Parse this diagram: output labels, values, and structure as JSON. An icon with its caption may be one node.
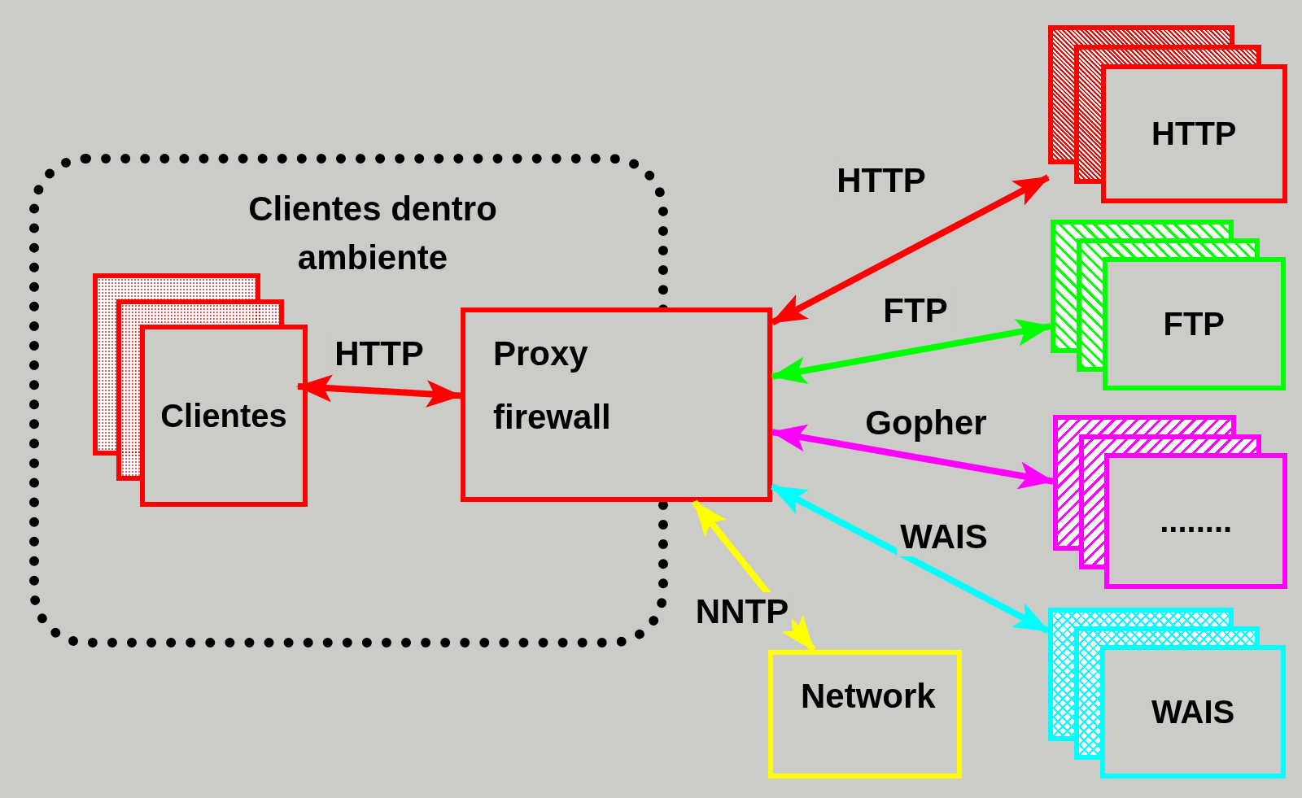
{
  "diagram": {
    "nodes": [
      {
        "text": [
          "Clientes dentro ambiente"
        ]
      },
      {
        "text": [
          "Clientes"
        ],
        "in": 0
      },
      {
        "text": [
          "Proxy firewall"
        ]
      },
      {
        "text": [
          "HTTP"
        ]
      },
      {
        "text": [
          "FTP"
        ]
      },
      {
        "text": [
          "........"
        ]
      },
      {
        "text": [
          "WAIS"
        ]
      },
      {
        "text": [
          "Network"
        ]
      }
    ],
    "edges": [
      {
        "from": 1,
        "to": 2,
        "arrow": "both",
        "label": "HTTP",
        "color": "#ff0000"
      },
      {
        "from": 2,
        "to": 3,
        "arrow": "both",
        "label": "HTTP",
        "color": "#ff0000"
      },
      {
        "from": 2,
        "to": 4,
        "arrow": "both",
        "label": "FTP",
        "color": "#00ff00"
      },
      {
        "from": 2,
        "to": 5,
        "arrow": "both",
        "label": "Gopher",
        "color": "#ff00ff"
      },
      {
        "from": 2,
        "to": 6,
        "arrow": "both",
        "label": "WAIS",
        "color": "#00ffff"
      },
      {
        "from": 2,
        "to": 7,
        "arrow": "both",
        "label": "NNTP",
        "color": "#ffff00"
      }
    ]
  }
}
